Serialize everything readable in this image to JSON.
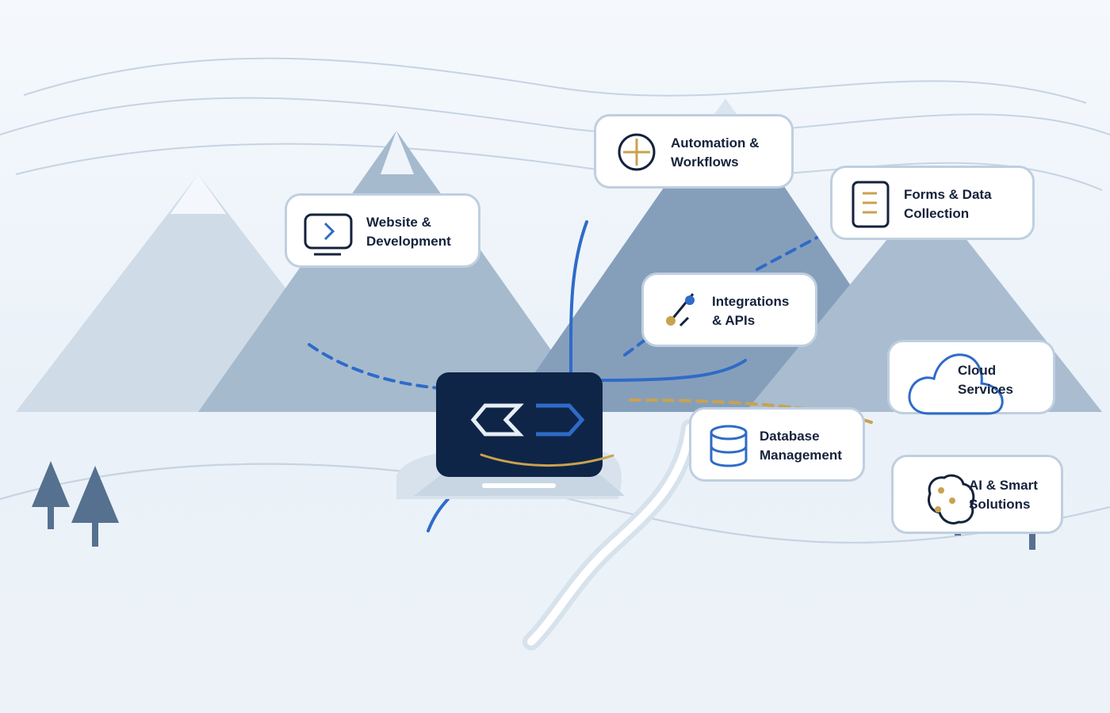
{
  "colors": {
    "navy": "#0f2547",
    "accent_blue": "#2f6bc8",
    "gold": "#c9a24f",
    "mountain_light": "#cdd9e5",
    "mountain_mid": "#9fb4ca",
    "mountain_dark": "#7d97b4",
    "card_border": "#bfcfe0"
  },
  "services": [
    {
      "label": "Website &\nDevelopment",
      "icon": "monitor-code-icon"
    },
    {
      "label": "Automation &\nWorkflows",
      "icon": "crosshair-plus-icon"
    },
    {
      "label": "Forms & Data\nCollection",
      "icon": "form-document-icon"
    },
    {
      "label": "Integrations\n& APIs",
      "icon": "plug-connector-icon"
    },
    {
      "label": "Cloud\nServices",
      "icon": "cloud-icon"
    },
    {
      "label": "Database\nManagement",
      "icon": "database-icon"
    },
    {
      "label": "AI & Smart\nSolutions",
      "icon": "brain-icon"
    }
  ],
  "central_device": {
    "icon": "code-brackets-logo-icon"
  }
}
